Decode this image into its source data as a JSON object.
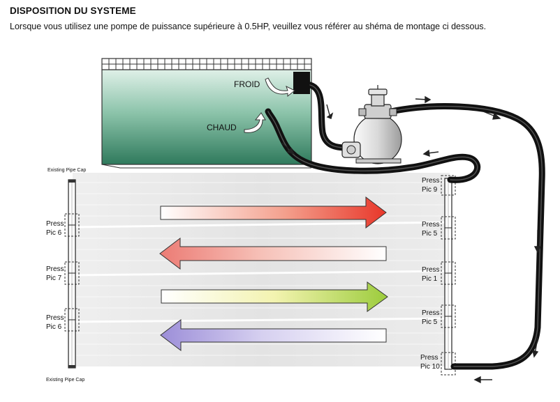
{
  "header": {
    "title": "DISPOSITION DU SYSTEME",
    "subtitle": "Lorsque vous utilisez une pompe de puissance supérieure à 0.5HP, veuillez vous référer au shéma de montage ci dessous."
  },
  "pool": {
    "cold_label": "FROID",
    "hot_label": "CHAUD"
  },
  "left_manifold": {
    "top_cap": "Existing Pipe Cap",
    "bottom_cap": "Existing Pipe Cap",
    "connectors": [
      {
        "line1": "Press",
        "line2": "Pic 6"
      },
      {
        "line1": "Press",
        "line2": "Pic 7"
      },
      {
        "line1": "Press",
        "line2": "Pic 6"
      }
    ]
  },
  "right_manifold": {
    "connectors": [
      {
        "line1": "Press",
        "line2": "Pic 9"
      },
      {
        "line1": "Press",
        "line2": "Pic 5"
      },
      {
        "line1": "Press",
        "line2": "Pic 1"
      },
      {
        "line1": "Press",
        "line2": "Pic 5"
      },
      {
        "line1": "Press",
        "line2": "Pic 10"
      }
    ]
  },
  "colors": {
    "pool_water_top": "#d6ece3",
    "pool_water_bottom": "#2f7a5c",
    "hose": "#111111",
    "arrow_red": "#e8372a",
    "arrow_salmon": "#ec7b74",
    "arrow_green": "#9ccc3c",
    "arrow_violet": "#9c8ed8"
  }
}
